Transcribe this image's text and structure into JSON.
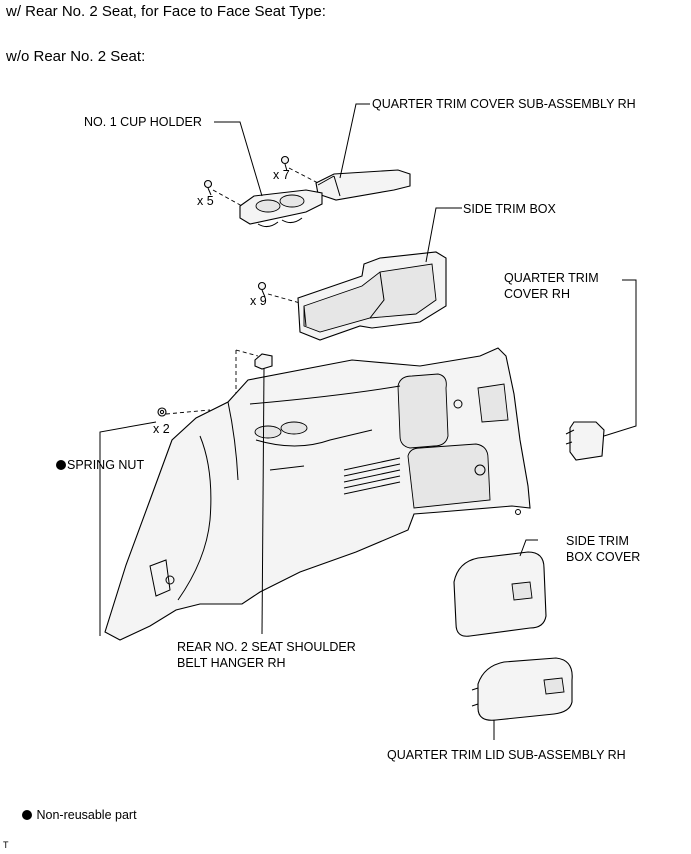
{
  "headings": {
    "face_to_face": "w/ Rear No. 2 Seat, for Face to Face Seat Type:",
    "without_seat": "w/o Rear No. 2 Seat:"
  },
  "labels": {
    "quarter_trim_cover_sub_assembly": "QUARTER TRIM COVER SUB-ASSEMBLY RH",
    "cup_holder": "NO. 1 CUP HOLDER",
    "side_trim_box": "SIDE TRIM BOX",
    "quarter_trim_cover_rh_line1": "QUARTER TRIM",
    "quarter_trim_cover_rh_line2": "COVER RH",
    "spring_nut": "SPRING NUT",
    "belt_hanger_line1": "REAR NO. 2 SEAT SHOULDER",
    "belt_hanger_line2": "BELT HANGER RH",
    "side_trim_box_cover_line1": "SIDE TRIM",
    "side_trim_box_cover_line2": "BOX COVER",
    "quarter_trim_lid": "QUARTER TRIM LID SUB-ASSEMBLY RH"
  },
  "quantities": {
    "qty_x7": "x 7",
    "qty_x5": "x 5",
    "qty_x9": "x 9",
    "qty_x2": "x 2"
  },
  "legend": {
    "non_reusable": "Non-reusable part"
  },
  "corner_mark": "T"
}
